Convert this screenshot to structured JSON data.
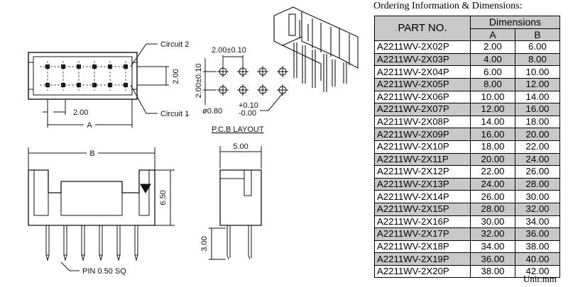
{
  "drawing": {
    "circuit_2_label": "Circuit 2",
    "circuit_1_label": "Circuit 1",
    "dim_a_label": "A",
    "dim_b_label": "B",
    "pitch_bottom": "2.00",
    "row_pitch": "2.00",
    "pcb_pitch_h": "2.00±0.10",
    "pcb_pitch_v": "2.00±0.10",
    "hole_dia": "ø0.80",
    "hole_tol_plus": "+0.10",
    "hole_tol_minus": "-0.00",
    "pcb_layout_label": "P.C.B  LAYOUT",
    "side_width": "5.00",
    "height": "6.50",
    "pin_length": "3.00",
    "pin_label": "PIN  0.50  SQ"
  },
  "table": {
    "title": "Ordering Information & Dimensions:",
    "header_part": "PART NO.",
    "header_dims": "Dimensions",
    "header_a": "A",
    "header_b": "B",
    "rows": [
      {
        "part": "A2211WV-2X02P",
        "a": "2.00",
        "b": "6.00"
      },
      {
        "part": "A2211WV-2X03P",
        "a": "4.00",
        "b": "8.00"
      },
      {
        "part": "A2211WV-2X04P",
        "a": "6.00",
        "b": "10.00"
      },
      {
        "part": "A2211WV-2X05P",
        "a": "8.00",
        "b": "12.00"
      },
      {
        "part": "A2211WV-2X06P",
        "a": "10.00",
        "b": "14.00"
      },
      {
        "part": "A2211WV-2X07P",
        "a": "12.00",
        "b": "16.00"
      },
      {
        "part": "A2211WV-2X08P",
        "a": "14.00",
        "b": "18.00"
      },
      {
        "part": "A2211WV-2X09P",
        "a": "16.00",
        "b": "20.00"
      },
      {
        "part": "A2211WV-2X10P",
        "a": "18.00",
        "b": "22.00"
      },
      {
        "part": "A2211WV-2X11P",
        "a": "20.00",
        "b": "24.00"
      },
      {
        "part": "A2211WV-2X12P",
        "a": "22.00",
        "b": "26.00"
      },
      {
        "part": "A2211WV-2X13P",
        "a": "24.00",
        "b": "28.00"
      },
      {
        "part": "A2211WV-2X14P",
        "a": "26.00",
        "b": "30.00"
      },
      {
        "part": "A2211WV-2X15P",
        "a": "28.00",
        "b": "32.00"
      },
      {
        "part": "A2211WV-2X16P",
        "a": "30.00",
        "b": "34.00"
      },
      {
        "part": "A2211WV-2X17P",
        "a": "32.00",
        "b": "36.00"
      },
      {
        "part": "A2211WV-2X18P",
        "a": "34.00",
        "b": "38.00"
      },
      {
        "part": "A2211WV-2X19P",
        "a": "36.00",
        "b": "40.00"
      },
      {
        "part": "A2211WV-2X20P",
        "a": "38.00",
        "b": "42.00"
      }
    ],
    "unit": "Unit:mm"
  }
}
